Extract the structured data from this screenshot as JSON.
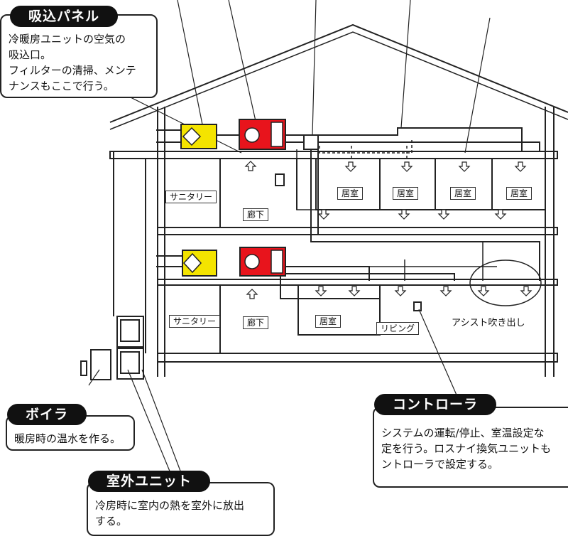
{
  "callouts": {
    "intake": {
      "title": "吸込パネル",
      "lines": [
        "冷暖房ユニットの空気の",
        "吸込口。",
        "フィルターの清掃、メンテ",
        "ナンスもここで行う。"
      ]
    },
    "boiler": {
      "title": "ボイラ",
      "lines": [
        "暖房時の温水を作る。"
      ]
    },
    "outdoor": {
      "title": "室外ユニット",
      "lines": [
        "冷房時に室内の熱を室外に放出",
        "する。"
      ]
    },
    "controller": {
      "title": "コントローラ",
      "lines": [
        "システムの運転/停止、室温設定な",
        "定を行う。ロスナイ換気ユニットも",
        "ントローラで設定する。"
      ]
    }
  },
  "rooms": {
    "sanitary": "サニタリー",
    "hallway": "廊下",
    "living_room": "居室",
    "living": "リビング",
    "assist": "アシスト吹き出し"
  },
  "colors": {
    "intake_unit": "#f4e400",
    "ac_unit": "#e8141c"
  }
}
